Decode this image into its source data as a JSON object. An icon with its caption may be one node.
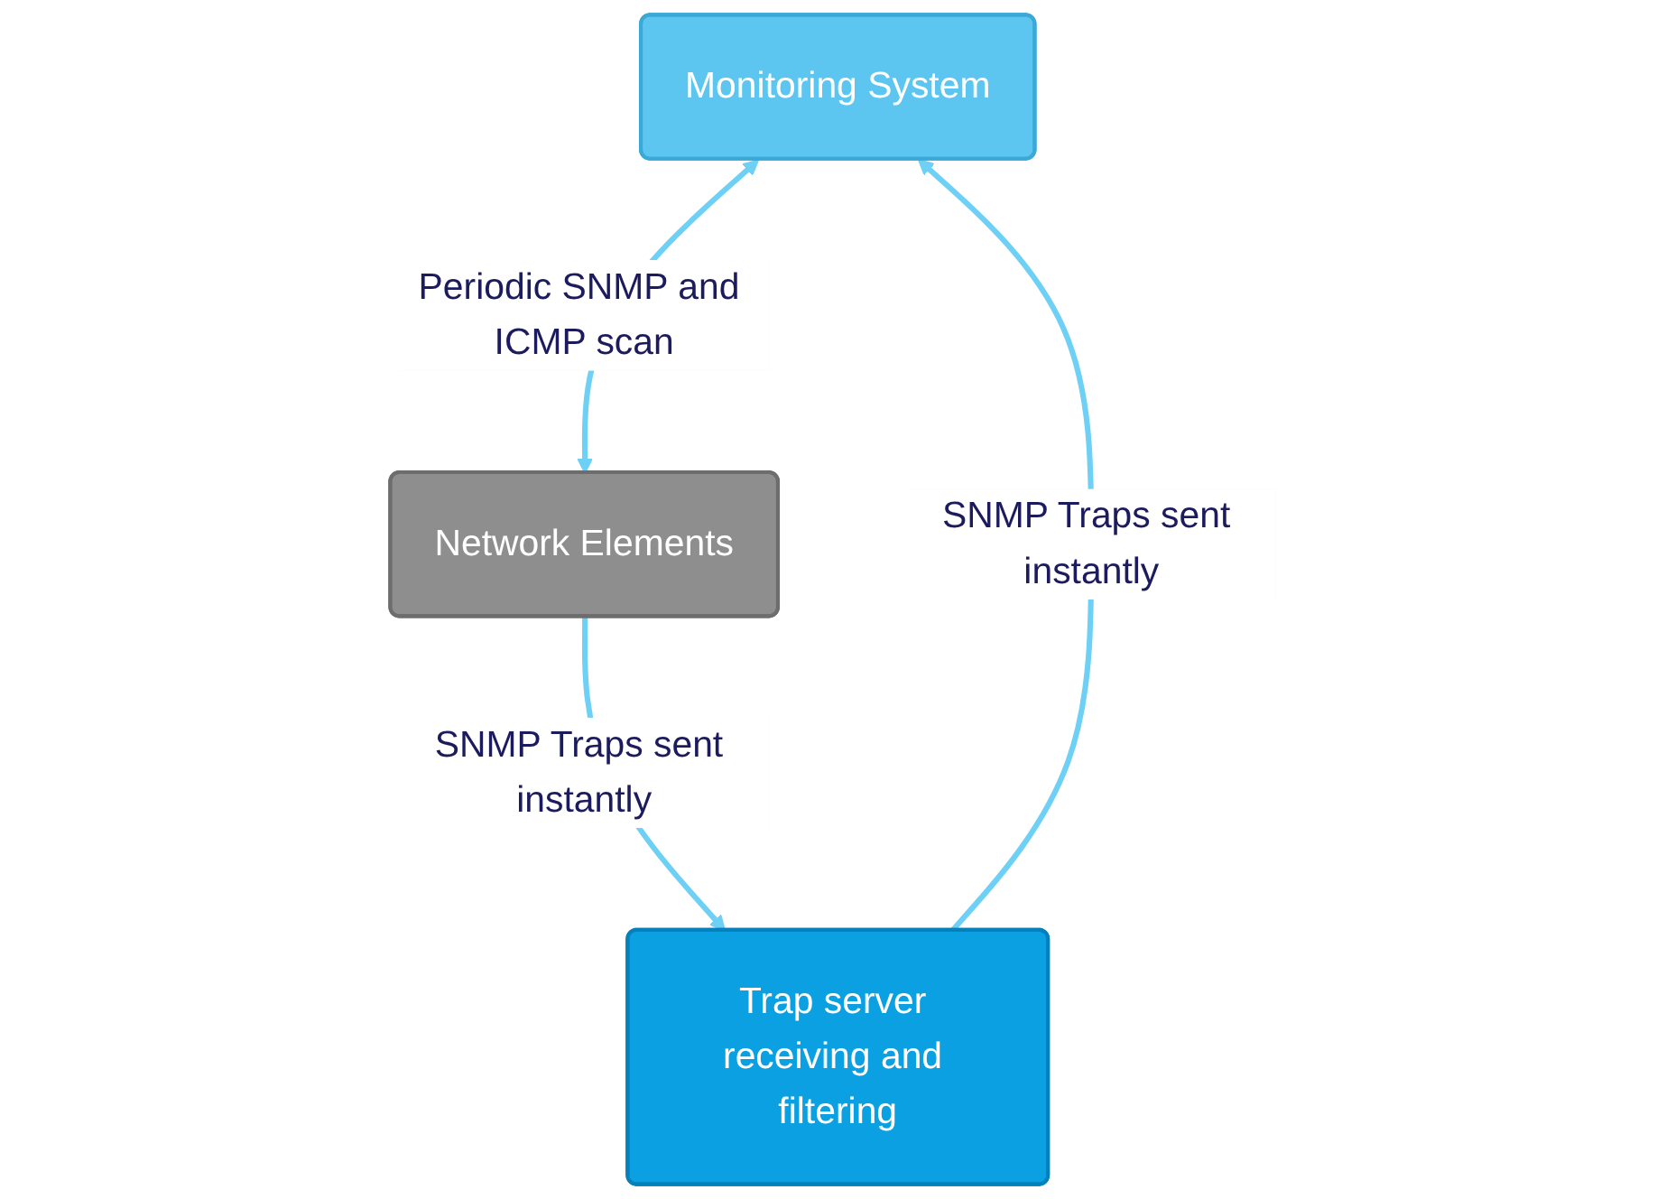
{
  "diagram": {
    "nodes": [
      {
        "text": [
          "Monitoring System"
        ]
      },
      {
        "text": [
          "Trap server receiving and filtering"
        ]
      },
      {
        "text": [
          "Network Elements"
        ]
      }
    ],
    "edges": [
      {
        "from": 1,
        "to": 0,
        "arrow": "to",
        "label": "SNMP Traps sent instantly"
      },
      {
        "from": 0,
        "to": 2,
        "arrow": "both",
        "label": "Periodic SNMP and ICMP scan"
      },
      {
        "from": 2,
        "to": 1,
        "arrow": "to",
        "label": "SNMP Traps sent instantly"
      }
    ]
  }
}
